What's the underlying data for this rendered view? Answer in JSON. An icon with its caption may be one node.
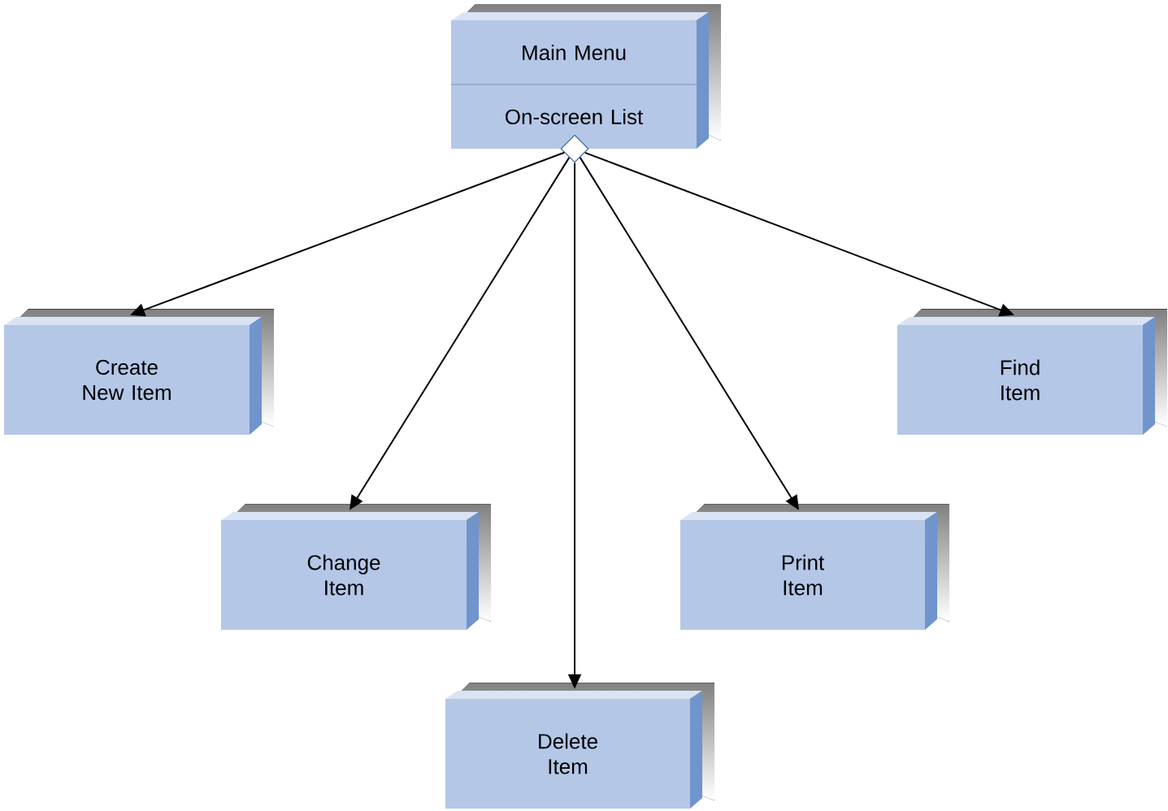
{
  "diagram": {
    "nodes": [
      {
        "text": [
          "Main Menu",
          "On-screen List"
        ]
      },
      {
        "text": [],
        "shape": "diamond"
      },
      {
        "text": [
          "Create New Item"
        ]
      },
      {
        "text": [
          "Find Item"
        ]
      },
      {
        "text": [
          "Change Item"
        ]
      },
      {
        "text": [
          "Print Item"
        ]
      },
      {
        "text": [
          "Delete Item"
        ]
      }
    ],
    "edges": [
      {
        "from": 1,
        "to": 2,
        "arrow": "to"
      },
      {
        "from": 1,
        "to": 4,
        "arrow": "to"
      },
      {
        "from": 1,
        "to": 6,
        "arrow": "to"
      },
      {
        "from": 1,
        "to": 5,
        "arrow": "to"
      },
      {
        "from": 1,
        "to": 3,
        "arrow": "to"
      }
    ]
  }
}
